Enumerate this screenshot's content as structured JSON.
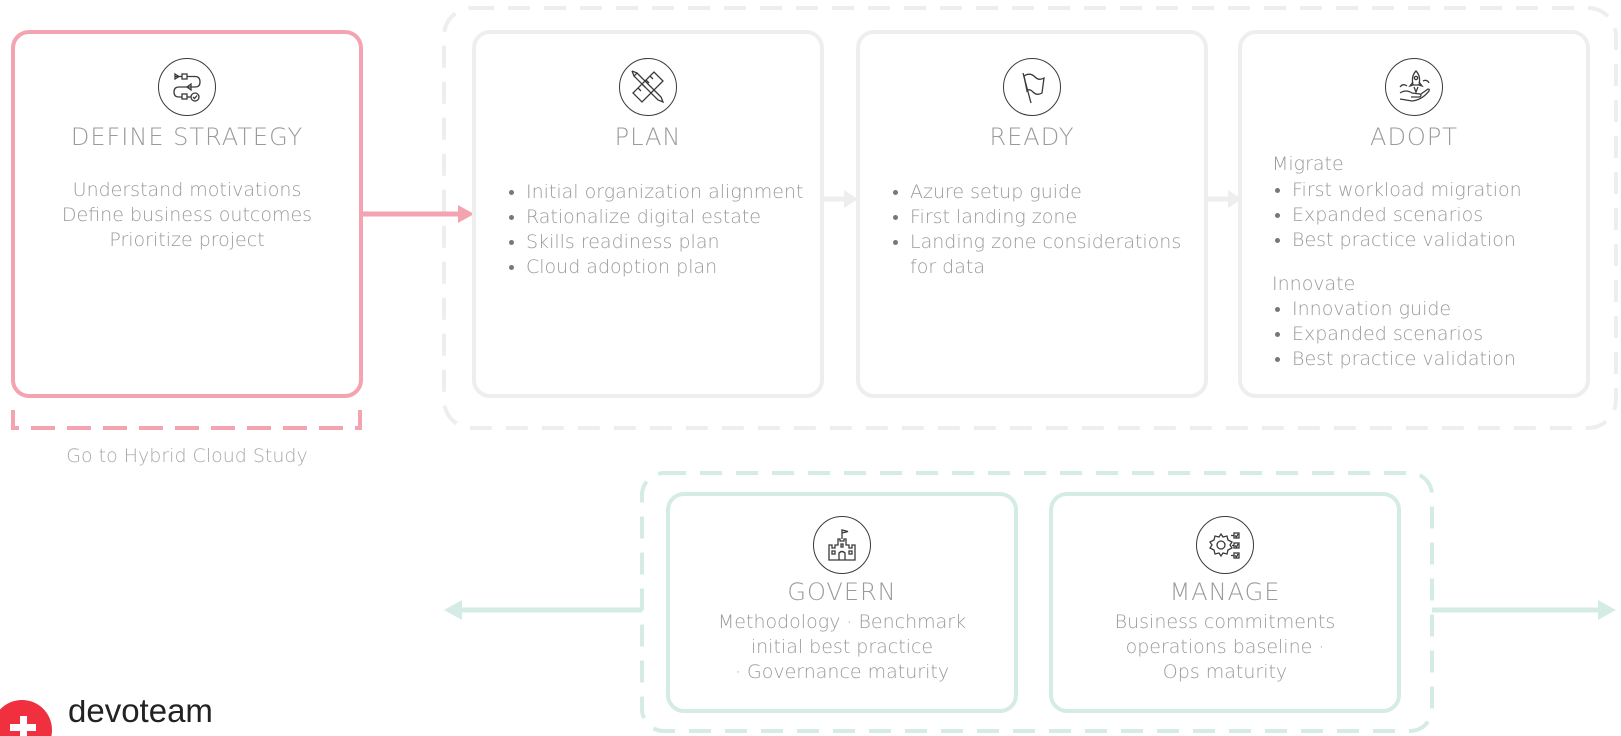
{
  "strategy": {
    "title": "DEFINE STRATEGY",
    "lines": [
      "Understand motivations",
      "Define business outcomes",
      "Prioritize project"
    ],
    "link": "Go to Hybrid Cloud Study"
  },
  "plan": {
    "title": "PLAN",
    "items": [
      "Initial organization alignment",
      "Rationalize digital estate",
      "Skills readiness plan",
      "Cloud adoption plan"
    ]
  },
  "ready": {
    "title": "READY",
    "items": [
      "Azure setup guide",
      "First landing zone",
      "Landing zone considerations for data"
    ]
  },
  "adopt": {
    "title": "ADOPT",
    "migrate": {
      "heading": "Migrate",
      "items": [
        "First workload migration",
        "Expanded scenarios",
        "Best practice validation"
      ]
    },
    "innovate": {
      "heading": "Innovate",
      "items": [
        "Innovation guide",
        "Expanded scenarios",
        "Best practice validation"
      ]
    }
  },
  "govern": {
    "title": "GOVERN",
    "lines": [
      "Methodology · Benchmark",
      "initial best practice",
      "· Governance maturity"
    ]
  },
  "manage": {
    "title": "MANAGE",
    "lines": [
      "Business commitments",
      "operations baseline ·",
      "Ops maturity"
    ]
  },
  "brand": {
    "name": "devoteam"
  },
  "colors": {
    "accent_pink": "#f4a3b0",
    "mint": "#d4ece5",
    "grey_border": "#eeeeee",
    "text_grey": "#9a9a9a",
    "brand_red": "#f0303f"
  }
}
